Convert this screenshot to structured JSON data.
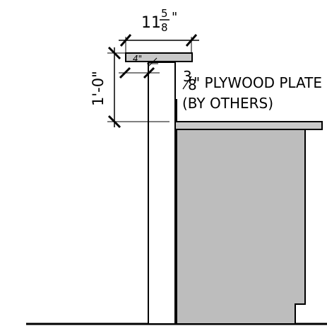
{
  "dimensions": {
    "width_whole": "11",
    "width_frac_num": "5",
    "width_frac_den": "8",
    "width_inch_mark": "\"",
    "small_offset": "4\"",
    "height": "1'-0\""
  },
  "callout": {
    "frac_num": "3",
    "frac_den": "8",
    "line1_rest": "\" PLYWOOD PLATE",
    "line2": "(BY OTHERS)"
  },
  "colors": {
    "line": "#000000",
    "cabinet_fill": "#bdbdbd",
    "cap_fill": "#c8c8c8",
    "background": "#ffffff"
  }
}
